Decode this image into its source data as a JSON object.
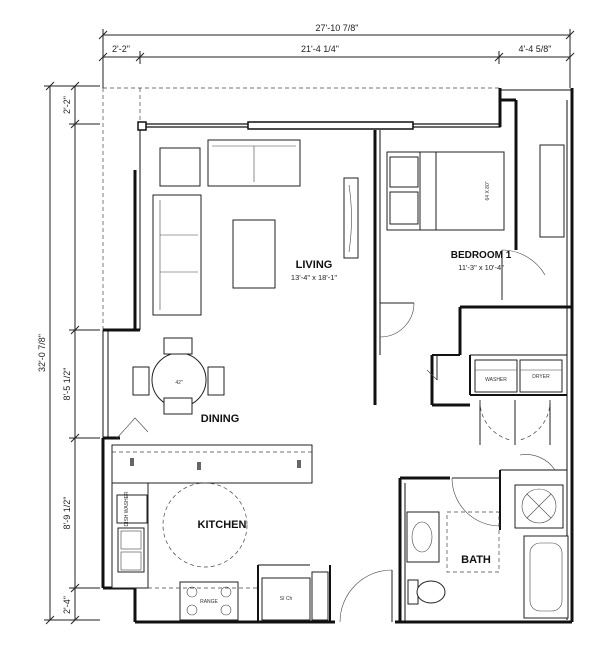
{
  "dimensions": {
    "overall_width": "27'-10 7/8\"",
    "left_segment": "2'-2\"",
    "middle_segment": "21'-4 1/4\"",
    "right_segment": "4'-4 5/8\"",
    "overall_depth": "32'-0 7/8\"",
    "depth_top": "2'-2\"",
    "depth_living": "8'-5 1/2\"",
    "depth_kitchen": "8'-9 1/2\"",
    "depth_bottom": "2'-4\""
  },
  "rooms": {
    "living": {
      "name": "LIVING",
      "size": "13'-4\" x 18'-1\""
    },
    "bedroom": {
      "name": "BEDROOM 1",
      "size": "11'-3\" x 10'-4\""
    },
    "dining": {
      "name": "DINING"
    },
    "kitchen": {
      "name": "KITCHEN"
    },
    "bath": {
      "name": "BATH"
    }
  },
  "fixtures": {
    "washer": "WASHER",
    "dryer": "DRYER",
    "dishwasher": "DISH WASHER",
    "range": "RANGE",
    "refrigerator": "SI Ch",
    "table_size": "42\"",
    "bed_size": "64 X 80\""
  }
}
